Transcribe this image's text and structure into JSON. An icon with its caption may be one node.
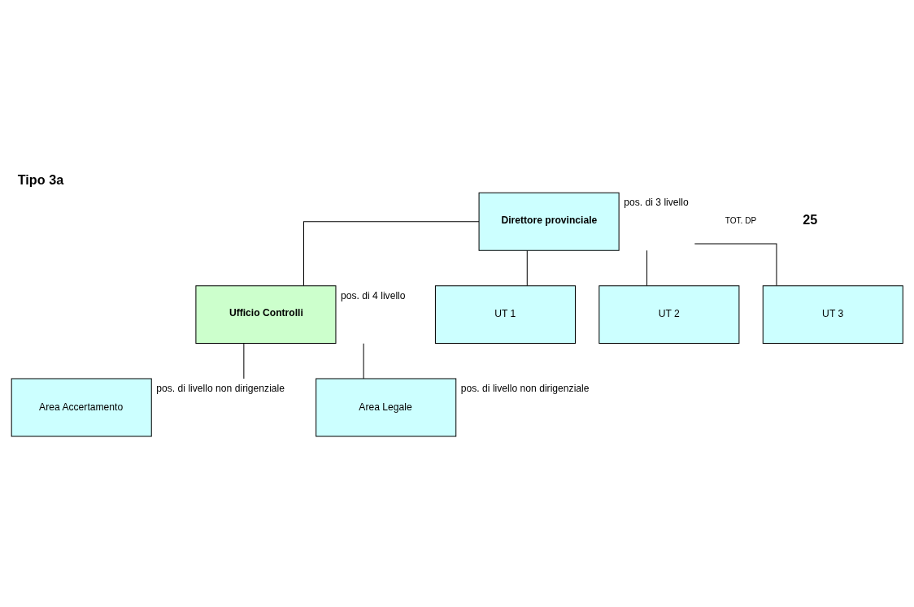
{
  "diagram": {
    "title": "Tipo 3a",
    "nodes": [
      {
        "text": [
          "Direttore provinciale"
        ],
        "beside": [
          "pos. di 3 livello"
        ]
      },
      {
        "text": [
          "Ufficio Controlli"
        ],
        "beside": [
          "pos. di 4 livello"
        ]
      },
      {
        "text": [
          "Area Accertamento"
        ],
        "beside": [
          "pos. di livello non dirigenziale"
        ]
      },
      {
        "text": [
          "Area Legale"
        ],
        "beside": [
          "pos. di livello non dirigenziale"
        ]
      },
      {
        "text": [
          "UT 1"
        ]
      },
      {
        "text": [
          "UT 2"
        ]
      },
      {
        "text": [
          "UT 3"
        ]
      }
    ],
    "edges": [
      {
        "from": 0,
        "to": 1,
        "arrow": "none"
      },
      {
        "from": 0,
        "to": 4,
        "arrow": "none"
      },
      {
        "from": 0,
        "to": 5,
        "arrow": "none"
      },
      {
        "from": 0,
        "to": 6,
        "arrow": "none"
      },
      {
        "from": 1,
        "to": 2,
        "arrow": "none"
      },
      {
        "from": 1,
        "to": 3,
        "arrow": "none"
      }
    ],
    "labels": [
      "TOT. DP",
      "25"
    ]
  }
}
